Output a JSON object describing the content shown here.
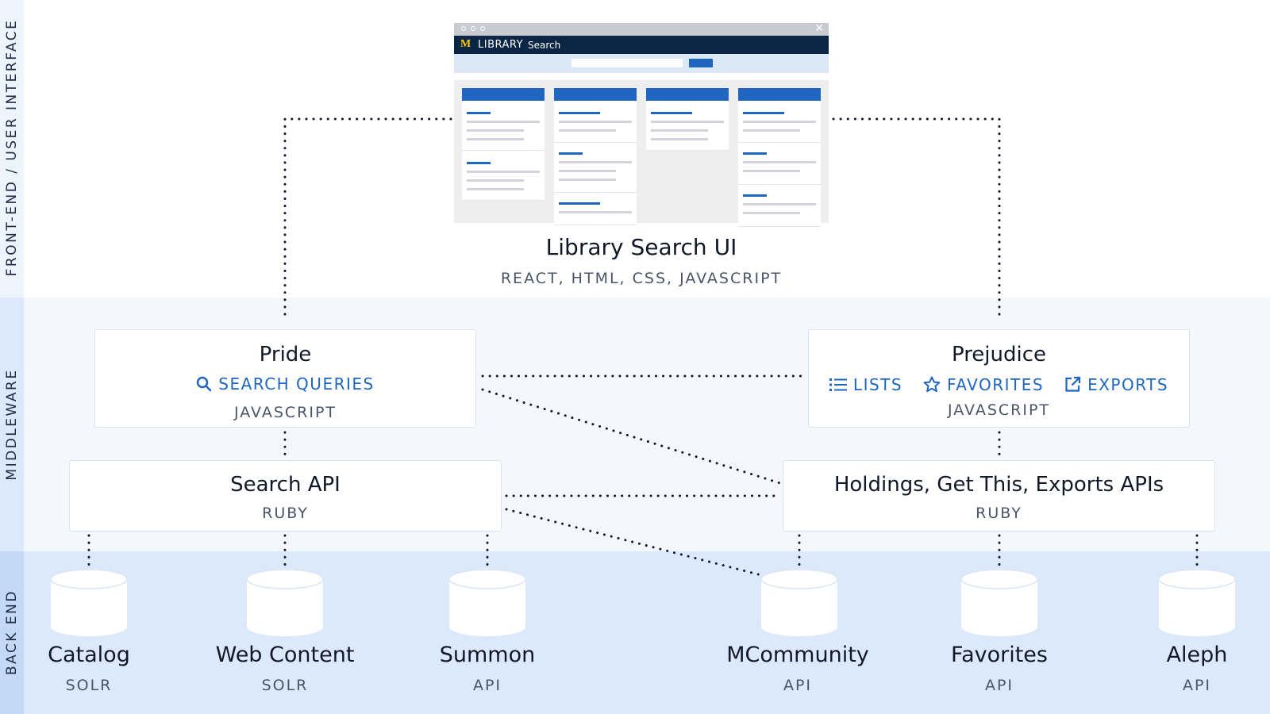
{
  "layers": {
    "front_end": "FRONT-END / USER INTERFACE",
    "middleware": "MIDDLEWARE",
    "back_end": "BACK END"
  },
  "ui_mockup": {
    "logo": "M",
    "brand": "LIBRARY",
    "search_label": "Search",
    "close": "✕"
  },
  "library_search_ui": {
    "title": "Library Search UI",
    "tech": "REACT, HTML, CSS, JAVASCRIPT"
  },
  "pride": {
    "title": "Pride",
    "feature": "SEARCH QUERIES",
    "feature_icon": "search-icon",
    "tech": "JAVASCRIPT"
  },
  "prejudice": {
    "title": "Prejudice",
    "features": [
      {
        "label": "LISTS",
        "icon": "list-icon"
      },
      {
        "label": "FAVORITES",
        "icon": "star-icon"
      },
      {
        "label": "EXPORTS",
        "icon": "external-link-icon"
      }
    ],
    "tech": "JAVASCRIPT"
  },
  "search_api": {
    "title": "Search API",
    "tech": "RUBY"
  },
  "holdings_api": {
    "title": "Holdings, Get This, Exports APIs",
    "tech": "RUBY"
  },
  "databases": [
    {
      "name": "Catalog",
      "type": "SOLR"
    },
    {
      "name": "Web Content",
      "type": "SOLR"
    },
    {
      "name": "Summon",
      "type": "API"
    },
    {
      "name": "MCommunity",
      "type": "API"
    },
    {
      "name": "Favorites",
      "type": "API"
    },
    {
      "name": "Aleph",
      "type": "API"
    }
  ],
  "colors": {
    "accent": "#1f66c1",
    "navy": "#0b2545",
    "back_band": "#dce9fb",
    "middle_band": "#f4f8fd"
  }
}
